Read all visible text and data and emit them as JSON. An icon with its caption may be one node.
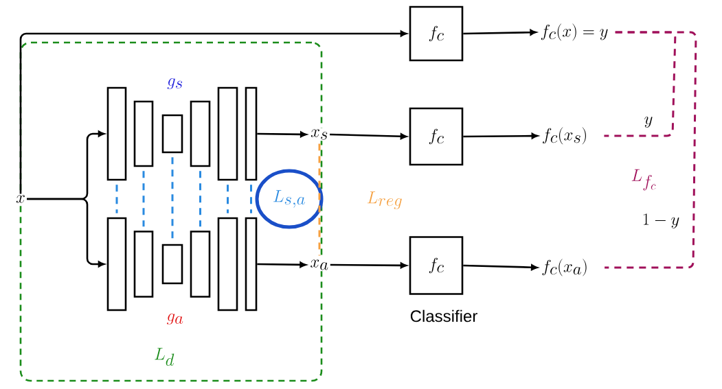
{
  "diagram": {
    "nodes": [
      {
        "text": [
          "L_d"
        ]
      },
      {
        "text": [
          "x"
        ]
      },
      {
        "text": [],
        "shape": "bar",
        "in": 0
      },
      {
        "text": [],
        "shape": "bar",
        "in": 0
      },
      {
        "text": [],
        "shape": "bar",
        "in": 0
      },
      {
        "text": [],
        "shape": "bar",
        "in": 0
      },
      {
        "text": [],
        "shape": "bar",
        "in": 0
      },
      {
        "text": [],
        "shape": "bar",
        "in": 0
      },
      {
        "text": [],
        "shape": "bar",
        "in": 0
      },
      {
        "text": [],
        "shape": "bar",
        "in": 0
      },
      {
        "text": [],
        "shape": "bar",
        "in": 0
      },
      {
        "text": [],
        "shape": "bar",
        "in": 0
      },
      {
        "text": [],
        "shape": "bar",
        "in": 0
      },
      {
        "text": [],
        "shape": "bar",
        "in": 0
      },
      {
        "text": [
          "L_{s,a}"
        ],
        "in": 0
      },
      {
        "text": [
          "x_s"
        ]
      },
      {
        "text": [
          "x_a"
        ]
      },
      {
        "text": [
          "f_c"
        ]
      },
      {
        "text": [
          "f_c"
        ]
      },
      {
        "text": [
          "f_c"
        ],
        "beside": [
          "Classifier"
        ]
      },
      {
        "text": [
          "f_c(x) = y"
        ]
      },
      {
        "text": [
          "f_c(x_s)"
        ]
      },
      {
        "text": [
          "f_c(x_a)"
        ]
      }
    ],
    "edges": [
      {
        "from": 1,
        "to": 17,
        "arrow": "to"
      },
      {
        "from": 1,
        "to": 2,
        "arrow": "to"
      },
      {
        "from": 1,
        "to": 8,
        "arrow": "to"
      },
      {
        "from": 7,
        "to": 15,
        "arrow": "to"
      },
      {
        "from": 13,
        "to": 16,
        "arrow": "to"
      },
      {
        "from": 2,
        "to": 8,
        "arrow": "none",
        "style": "dashed",
        "color": "#2a8ae0"
      },
      {
        "from": 3,
        "to": 9,
        "arrow": "none",
        "style": "dashed",
        "color": "#2a8ae0"
      },
      {
        "from": 4,
        "to": 10,
        "arrow": "none",
        "style": "dashed",
        "color": "#2a8ae0"
      },
      {
        "from": 5,
        "to": 11,
        "arrow": "none",
        "style": "dashed",
        "color": "#2a8ae0"
      },
      {
        "from": 6,
        "to": 12,
        "arrow": "none",
        "style": "dashed",
        "color": "#2a8ae0"
      },
      {
        "from": 7,
        "to": 13,
        "arrow": "none",
        "style": "dashed",
        "color": "#2a8ae0"
      },
      {
        "from": 15,
        "to": 16,
        "arrow": "none",
        "style": "dashed",
        "color": "#f5a040"
      },
      {
        "from": 15,
        "to": 18,
        "arrow": "to"
      },
      {
        "from": 16,
        "to": 19,
        "arrow": "to"
      },
      {
        "from": 17,
        "to": 20,
        "arrow": "to"
      },
      {
        "from": 18,
        "to": 21,
        "arrow": "to"
      },
      {
        "from": 19,
        "to": 22,
        "arrow": "to"
      },
      {
        "from": 20,
        "to": 21,
        "arrow": "none",
        "style": "dashed",
        "color": "#a0105a",
        "label": "y"
      },
      {
        "from": 20,
        "to": 22,
        "arrow": "none",
        "style": "dashed",
        "color": "#a0105a",
        "label": "1 - y"
      }
    ],
    "labels": [
      "g_s",
      "g_a",
      "L_{reg}",
      "L_{f_c}"
    ]
  }
}
